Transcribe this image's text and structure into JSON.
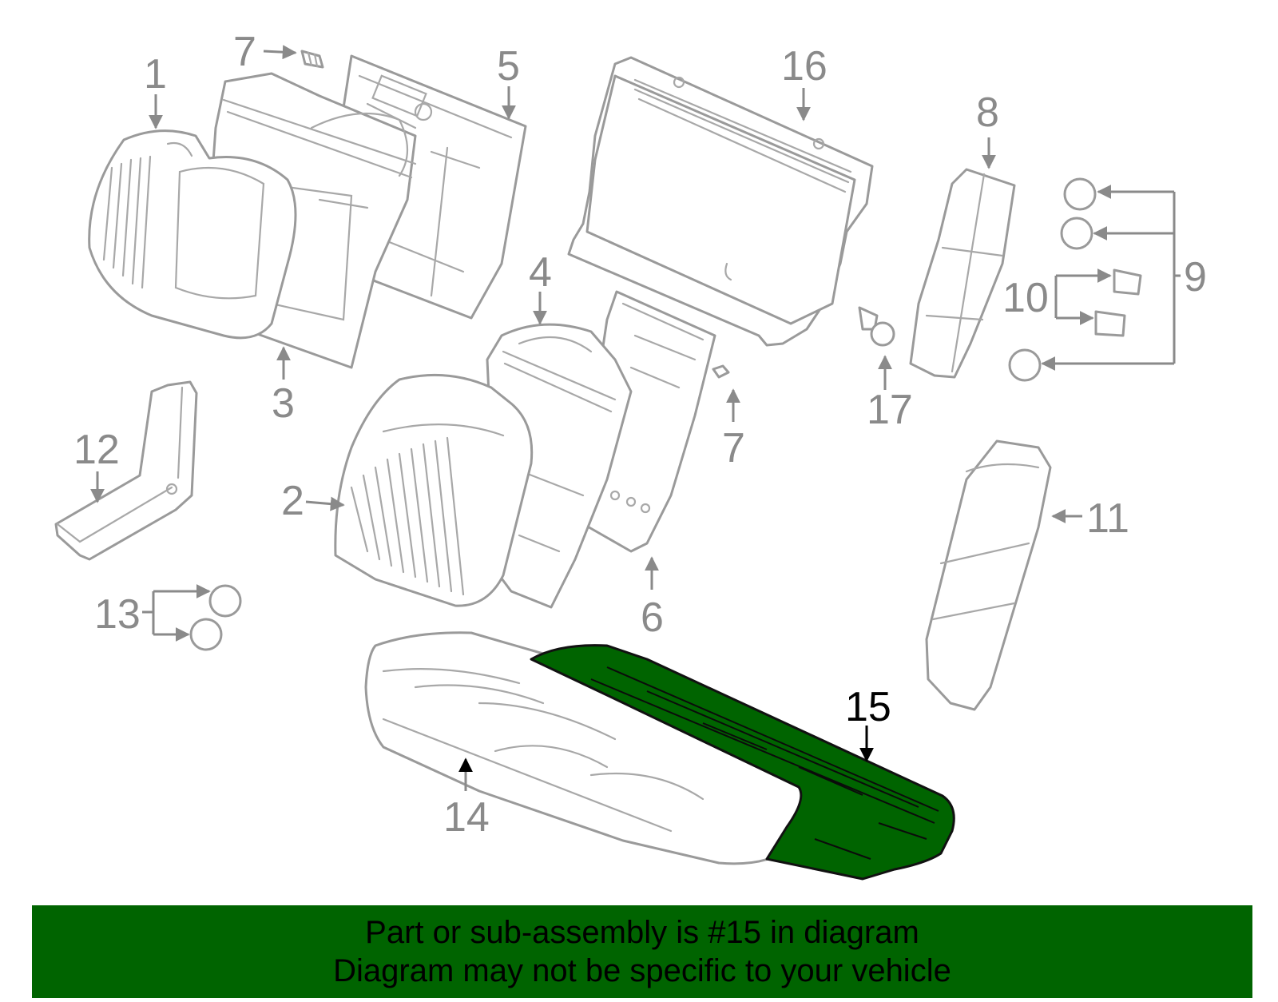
{
  "diagram": {
    "highlight_color": "#006400",
    "line_color": "#9a9a9a",
    "callouts": [
      {
        "id": "1",
        "label": "1"
      },
      {
        "id": "2",
        "label": "2"
      },
      {
        "id": "3",
        "label": "3"
      },
      {
        "id": "4",
        "label": "4"
      },
      {
        "id": "5",
        "label": "5"
      },
      {
        "id": "6",
        "label": "6"
      },
      {
        "id": "7a",
        "label": "7"
      },
      {
        "id": "7b",
        "label": "7"
      },
      {
        "id": "8",
        "label": "8"
      },
      {
        "id": "9",
        "label": "9"
      },
      {
        "id": "10",
        "label": "10"
      },
      {
        "id": "11",
        "label": "11"
      },
      {
        "id": "12",
        "label": "12"
      },
      {
        "id": "13",
        "label": "13"
      },
      {
        "id": "14",
        "label": "14"
      },
      {
        "id": "15",
        "label": "15",
        "highlighted": true
      },
      {
        "id": "16",
        "label": "16"
      },
      {
        "id": "17",
        "label": "17"
      }
    ]
  },
  "banner": {
    "line1": "Part or sub-assembly is #15 in diagram",
    "line2": "Diagram may not be specific to your vehicle"
  }
}
